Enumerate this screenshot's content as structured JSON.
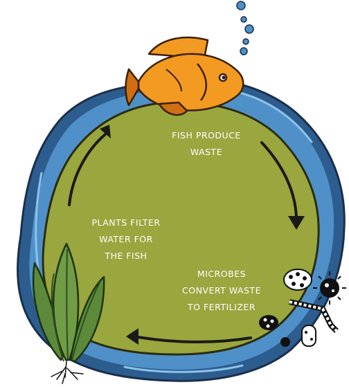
{
  "captions": {
    "fish": [
      "FISH PRODUCE",
      "WASTE"
    ],
    "plants": [
      "PLANTS FILTER",
      "WATER FOR",
      "THE FISH"
    ],
    "microbes": [
      "MICROBES",
      "CONVERT WASTE",
      "TO FERTILIZER"
    ]
  },
  "icons": [
    "fish-icon",
    "spinach-plant-icon",
    "microbe-cluster-icon",
    "water-bubbles-icon",
    "cycle-arrow-icon"
  ],
  "colors": {
    "water_outer": "#2d5d8f",
    "water_inner": "#4f90c8",
    "water_light": "#8cc3ea",
    "tank_green": "#9aa63e",
    "fish_orange": "#f39a22",
    "fish_dark": "#cf6e12",
    "leaf_green": "#5c8a3a",
    "leaf_dark": "#2e4d20",
    "caption_text": "#ffffff",
    "arrow_dark": "#1a1a1a"
  }
}
